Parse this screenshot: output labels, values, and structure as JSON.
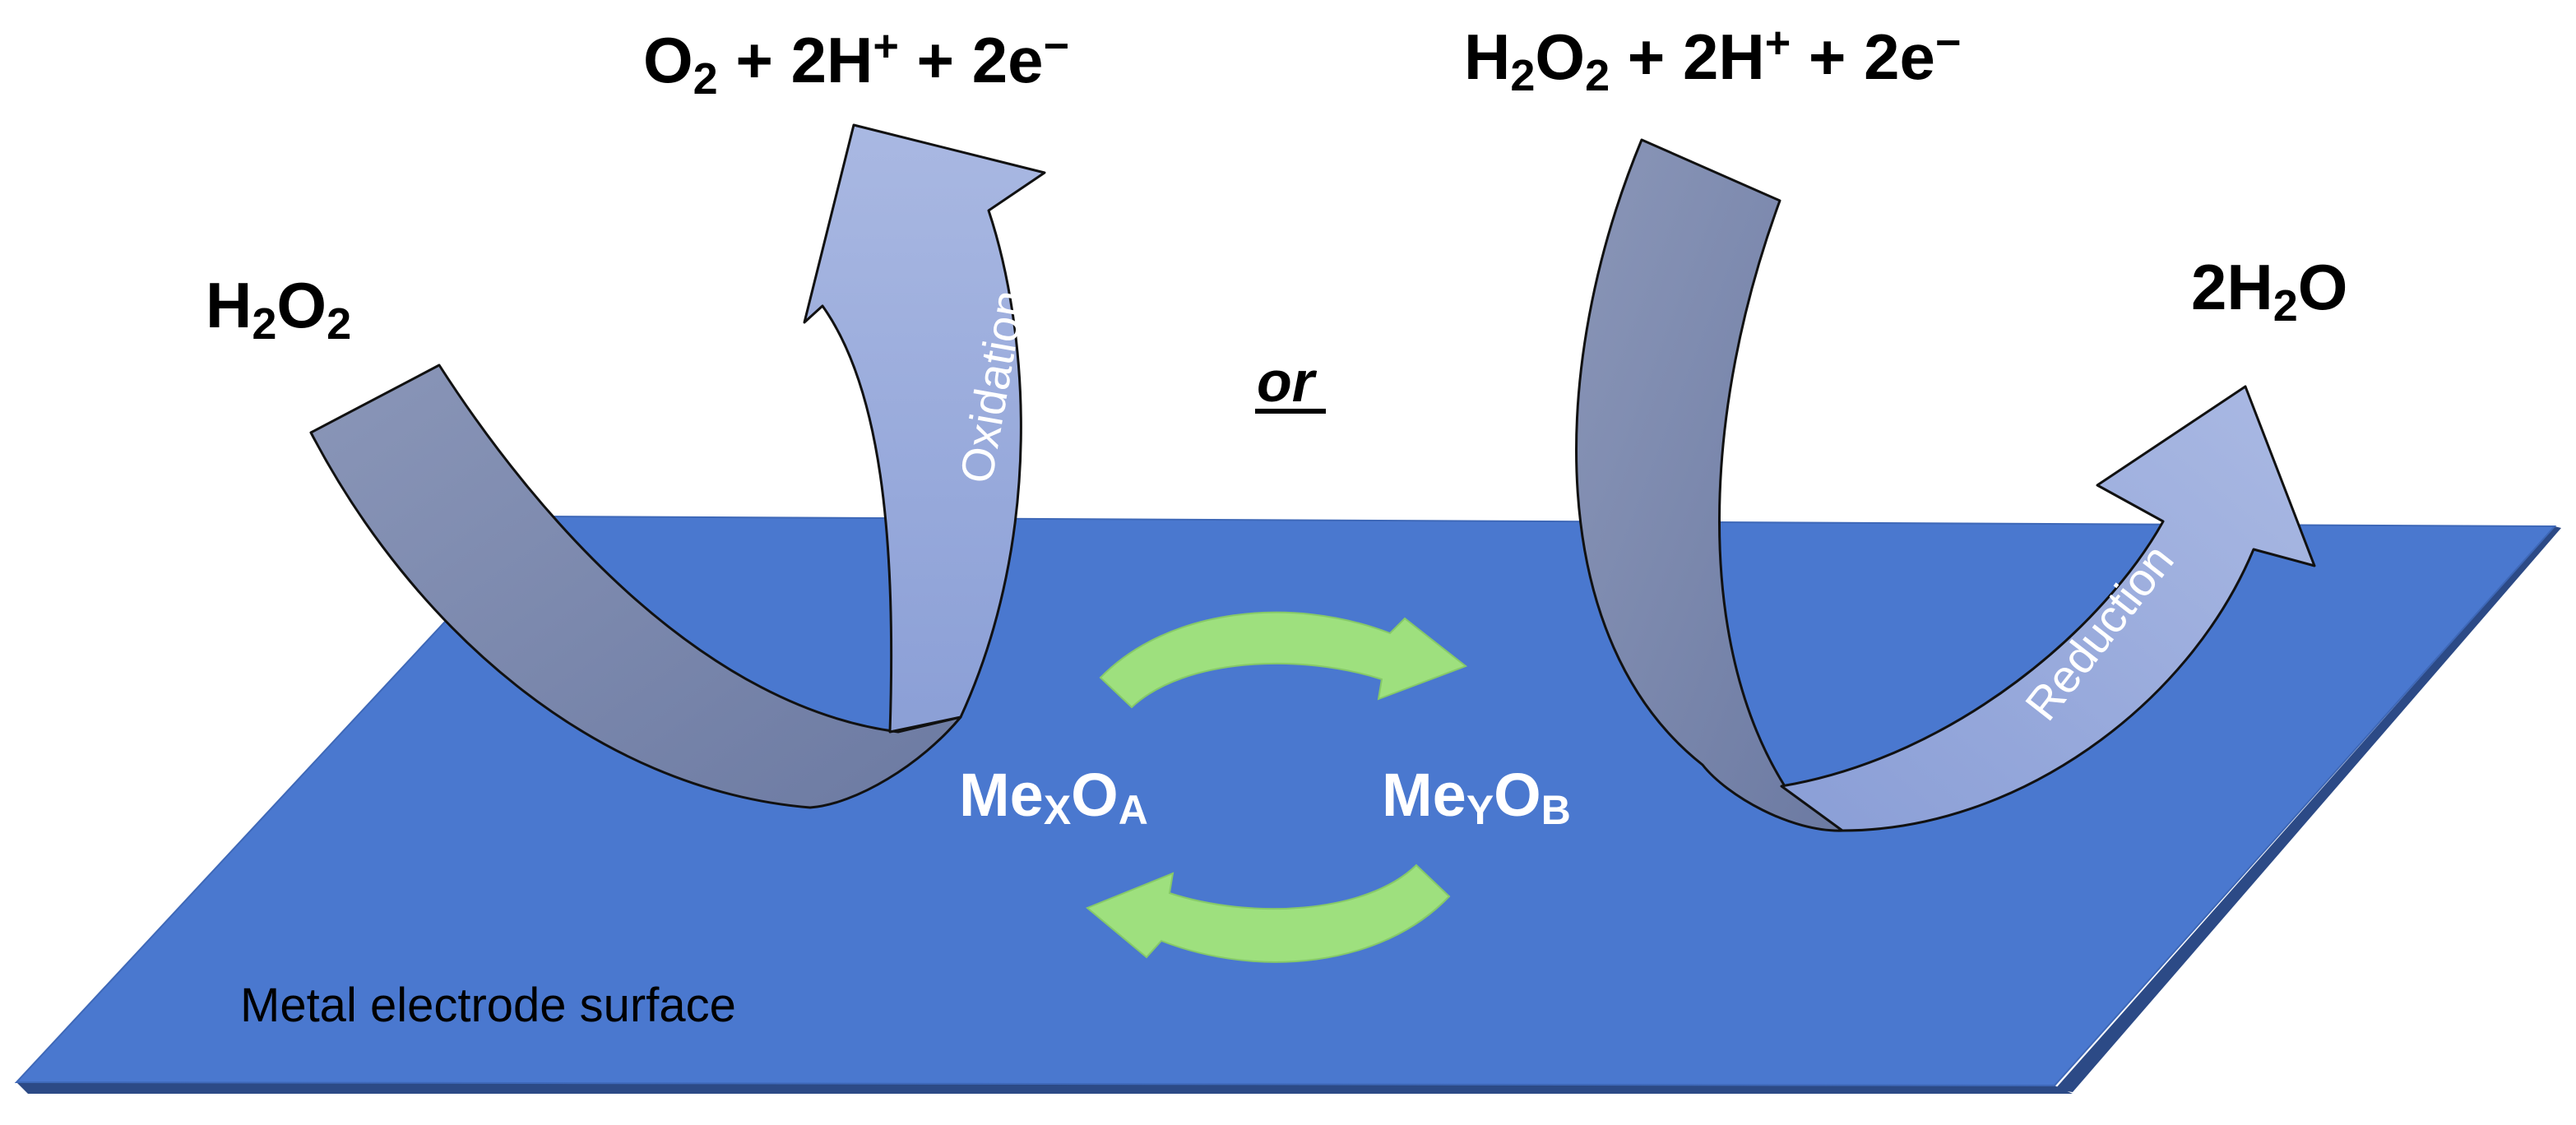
{
  "colors": {
    "surface": "#4a78cf",
    "surface_edge": "#2f5093",
    "arrow_back": "#7a87ab",
    "arrow_front": "#9fb0dd",
    "cycle_arrow": "#9ee07e",
    "text": "#000000",
    "text_on_arrow": "#ffffff"
  },
  "left_reaction": {
    "reactant_main": "H",
    "reactant_sub1": "2",
    "reactant_mid": "O",
    "reactant_sub2": "2",
    "product_o": "O",
    "product_sub": "2",
    "product_rest": " + 2H",
    "product_sup1": "+",
    "product_tail": " + 2e",
    "product_sup2": "−",
    "arrow_label": "Oxidation"
  },
  "connector": "or",
  "right_reaction": {
    "reactant_h": "H",
    "reactant_sub1": "2",
    "reactant_o": "O",
    "reactant_sub2": "2",
    "reactant_rest": " + 2H",
    "reactant_sup1": "+",
    "reactant_tail": " + 2e",
    "reactant_sup2": "−",
    "product_coef": "2H",
    "product_sub": "2",
    "product_o": "O",
    "arrow_label": "Reduction"
  },
  "oxide_a": {
    "base": "Me",
    "sub1": "X",
    "mid": "O",
    "sub2": "A"
  },
  "oxide_b": {
    "base": "Me",
    "sub1": "Y",
    "mid": "O",
    "sub2": "B"
  },
  "surface_label": "Metal electrode surface"
}
